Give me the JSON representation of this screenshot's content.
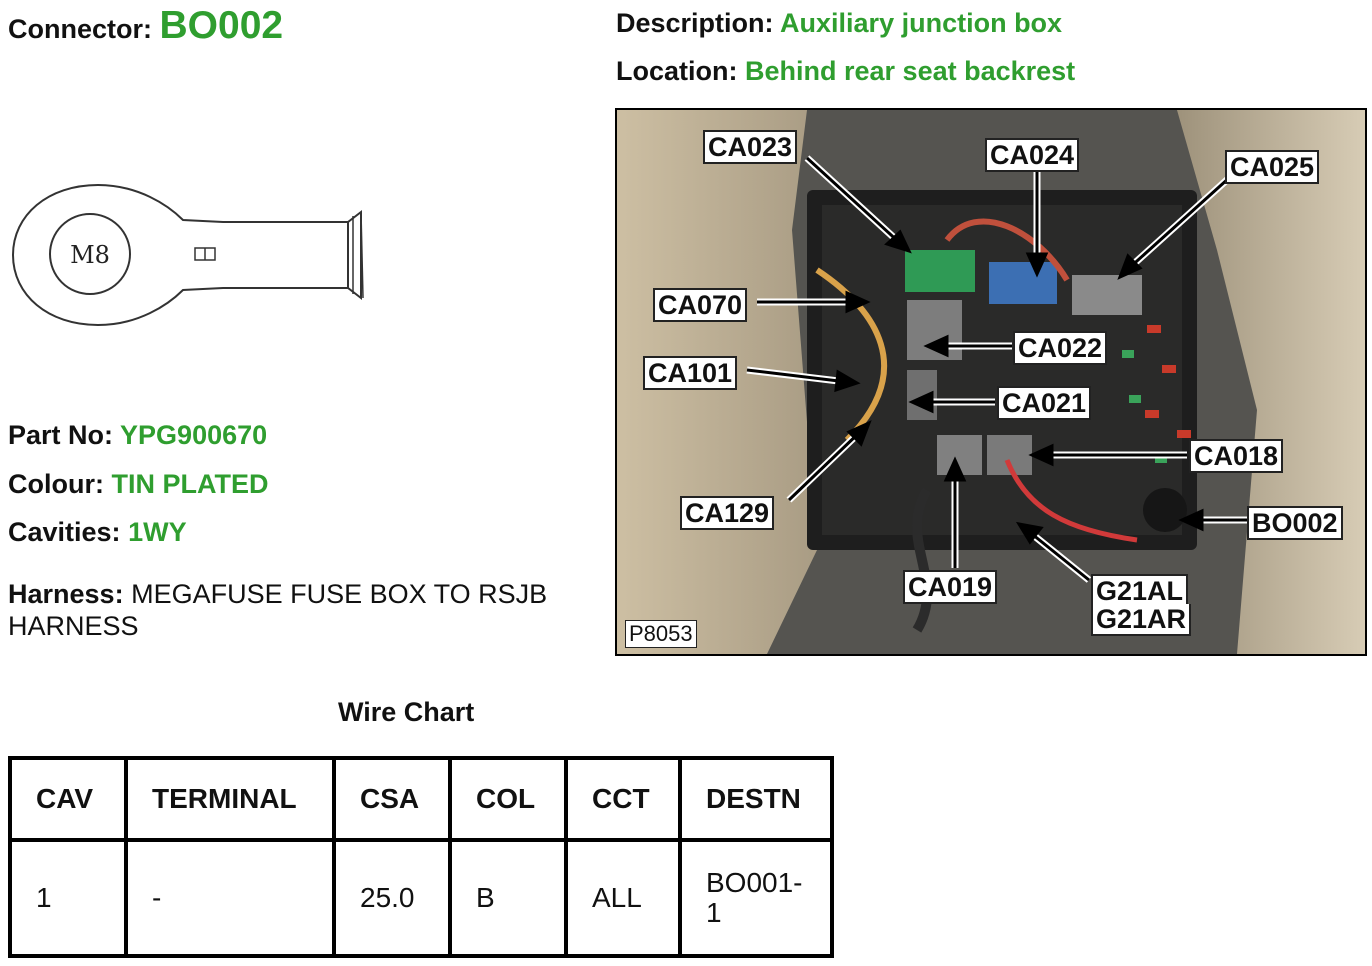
{
  "connector": {
    "label": "Connector:",
    "value": "BO002"
  },
  "description": {
    "label": "Description:",
    "value": "Auxiliary junction box"
  },
  "location": {
    "label": "Location:",
    "value": "Behind rear seat backrest"
  },
  "part": {
    "label": "Part No:",
    "value": "YPG900670"
  },
  "colour": {
    "label": "Colour:",
    "value": "TIN PLATED"
  },
  "cavities": {
    "label": "Cavities:",
    "value": "1WY"
  },
  "harness": {
    "label": "Harness:",
    "value": "MEGAFUSE FUSE BOX TO RSJB HARNESS"
  },
  "terminal_drawing": {
    "label": "M8"
  },
  "photo": {
    "reference": "P8053",
    "callouts": [
      "CA023",
      "CA024",
      "CA025",
      "CA070",
      "CA022",
      "CA101",
      "CA021",
      "CA018",
      "CA129",
      "BO002",
      "CA019",
      "G21AL",
      "G21AR"
    ]
  },
  "wire_chart": {
    "title": "Wire Chart",
    "headers": [
      "CAV",
      "TERMINAL",
      "CSA",
      "COL",
      "CCT",
      "DESTN"
    ],
    "rows": [
      {
        "cav": "1",
        "terminal": "-",
        "csa": "25.0",
        "col": "B",
        "cct": "ALL",
        "destn": "BO001-1"
      }
    ]
  },
  "colors": {
    "accent_green": "#2f9e2f"
  }
}
